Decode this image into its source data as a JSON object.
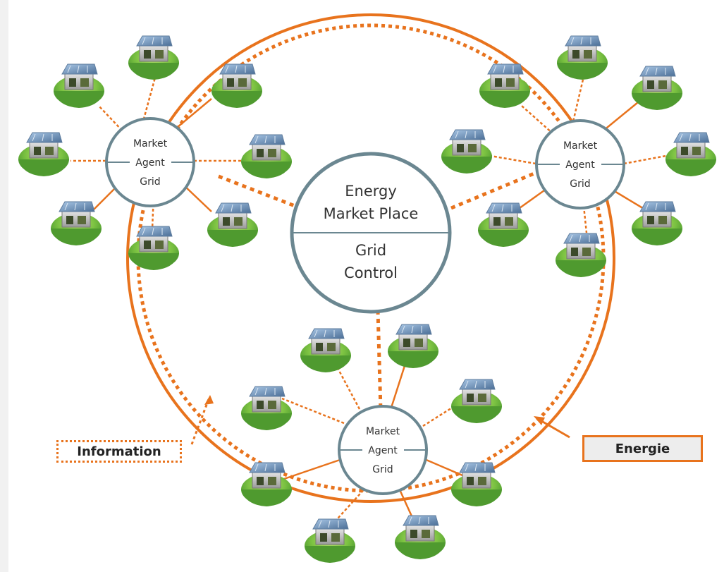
{
  "center": {
    "top_line1": "Energy",
    "top_line2": "Market Place",
    "bottom_line1": "Grid",
    "bottom_line2": "Control"
  },
  "hubs": [
    {
      "line1": "Market",
      "line2": "Agent",
      "line3": "Grid"
    },
    {
      "line1": "Market",
      "line2": "Agent",
      "line3": "Grid"
    },
    {
      "line1": "Market",
      "line2": "Agent",
      "line3": "Grid"
    }
  ],
  "legend": {
    "information": "Information",
    "energy": "Energie"
  },
  "colors": {
    "accent": "#e8731d",
    "hub_border": "#6b8791",
    "text": "#333333",
    "grass": "#7cc242",
    "roof": "#6a8fb8",
    "house": "#c9c9c9"
  },
  "icons": {
    "house": "solar-house-icon"
  }
}
